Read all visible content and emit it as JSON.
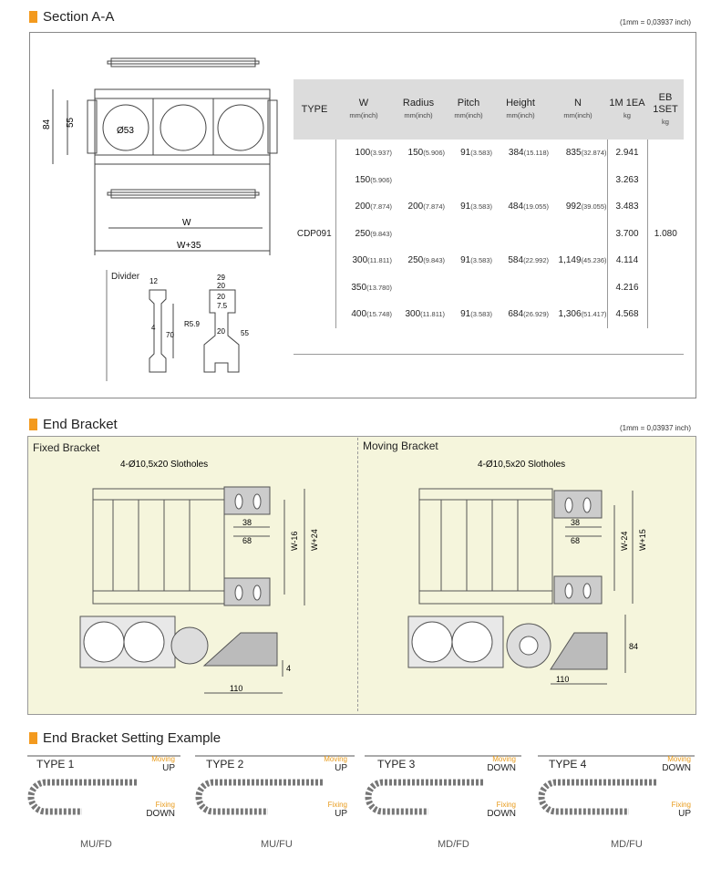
{
  "sectionA": {
    "title": "Section A-A",
    "conversion": "(1mm = 0,03937 inch)",
    "drawing": {
      "dim_84": "84",
      "dim_55": "55",
      "dim_phi": "Ø53",
      "dim_w": "W",
      "dim_w35": "W+35"
    },
    "divider": {
      "title": "Divider",
      "dims": {
        "d12": "12",
        "d4": "4",
        "d70": "70",
        "r59": "R5.9",
        "d29": "29",
        "d20a": "20",
        "d20b": "20",
        "d75": "7.5",
        "d55": "55",
        "d20c": "20"
      }
    }
  },
  "spec_table": {
    "headers": [
      {
        "label": "TYPE",
        "unit": ""
      },
      {
        "label": "W",
        "unit": "mm(inch)"
      },
      {
        "label": "Radius",
        "unit": "mm(inch)"
      },
      {
        "label": "Pitch",
        "unit": "mm(inch)"
      },
      {
        "label": "Height",
        "unit": "mm(inch)"
      },
      {
        "label": "N",
        "unit": "mm(inch)"
      },
      {
        "label": "1M 1EA",
        "unit": "kg"
      },
      {
        "label": "EB 1SET",
        "unit": "kg"
      }
    ],
    "type": "CDP091",
    "eb_set": "1.080",
    "rows": [
      {
        "w": "100",
        "w_in": "(3.937)",
        "radius": "150",
        "radius_in": "(5.906)",
        "pitch": "91",
        "pitch_in": "(3.583)",
        "height": "384",
        "height_in": "(15.118)",
        "n": "835",
        "n_in": "(32.874)",
        "kg": "2.941"
      },
      {
        "w": "150",
        "w_in": "(5.906)",
        "radius": "",
        "radius_in": "",
        "pitch": "",
        "pitch_in": "",
        "height": "",
        "height_in": "",
        "n": "",
        "n_in": "",
        "kg": "3.263"
      },
      {
        "w": "200",
        "w_in": "(7.874)",
        "radius": "200",
        "radius_in": "(7.874)",
        "pitch": "91",
        "pitch_in": "(3.583)",
        "height": "484",
        "height_in": "(19.055)",
        "n": "992",
        "n_in": "(39.055)",
        "kg": "3.483"
      },
      {
        "w": "250",
        "w_in": "(9.843)",
        "radius": "",
        "radius_in": "",
        "pitch": "",
        "pitch_in": "",
        "height": "",
        "height_in": "",
        "n": "",
        "n_in": "",
        "kg": "3.700"
      },
      {
        "w": "300",
        "w_in": "(11.811)",
        "radius": "250",
        "radius_in": "(9.843)",
        "pitch": "91",
        "pitch_in": "(3.583)",
        "height": "584",
        "height_in": "(22.992)",
        "n": "1,149",
        "n_in": "(45.236)",
        "kg": "4.114"
      },
      {
        "w": "350",
        "w_in": "(13.780)",
        "radius": "",
        "radius_in": "",
        "pitch": "",
        "pitch_in": "",
        "height": "",
        "height_in": "",
        "n": "",
        "n_in": "",
        "kg": "4.216"
      },
      {
        "w": "400",
        "w_in": "(15.748)",
        "radius": "300",
        "radius_in": "(11.811)",
        "pitch": "91",
        "pitch_in": "(3.583)",
        "height": "684",
        "height_in": "(26.929)",
        "n": "1,306",
        "n_in": "(51.417)",
        "kg": "4.568"
      }
    ]
  },
  "endBracket": {
    "title": "End Bracket",
    "conversion": "(1mm = 0,03937 inch)",
    "fixed": {
      "title": "Fixed Bracket",
      "slotholes": "4-Ø10,5x20 Slotholes",
      "d38": "38",
      "d68": "68",
      "w16": "W-16",
      "w24": "W+24",
      "d4": "4",
      "d110": "110"
    },
    "moving": {
      "title": "Moving Bracket",
      "slotholes": "4-Ø10,5x20 Slotholes",
      "d38": "38",
      "d68": "68",
      "w24": "W-24",
      "w15": "W+15",
      "d84": "84",
      "d110": "110"
    }
  },
  "settingExample": {
    "title": "End Bracket Setting Example",
    "types": [
      {
        "name": "TYPE 1",
        "moving_label": "Moving",
        "moving_val": "UP",
        "fixing_label": "Fixing",
        "fixing_val": "DOWN",
        "caption": "MU/FD"
      },
      {
        "name": "TYPE 2",
        "moving_label": "Moving",
        "moving_val": "UP",
        "fixing_label": "Fixing",
        "fixing_val": "UP",
        "caption": "MU/FU"
      },
      {
        "name": "TYPE 3",
        "moving_label": "Moving",
        "moving_val": "DOWN",
        "fixing_label": "Fixing",
        "fixing_val": "DOWN",
        "caption": "MD/FD"
      },
      {
        "name": "TYPE 4",
        "moving_label": "Moving",
        "moving_val": "DOWN",
        "fixing_label": "Fixing",
        "fixing_val": "UP",
        "caption": "MD/FU"
      }
    ]
  }
}
